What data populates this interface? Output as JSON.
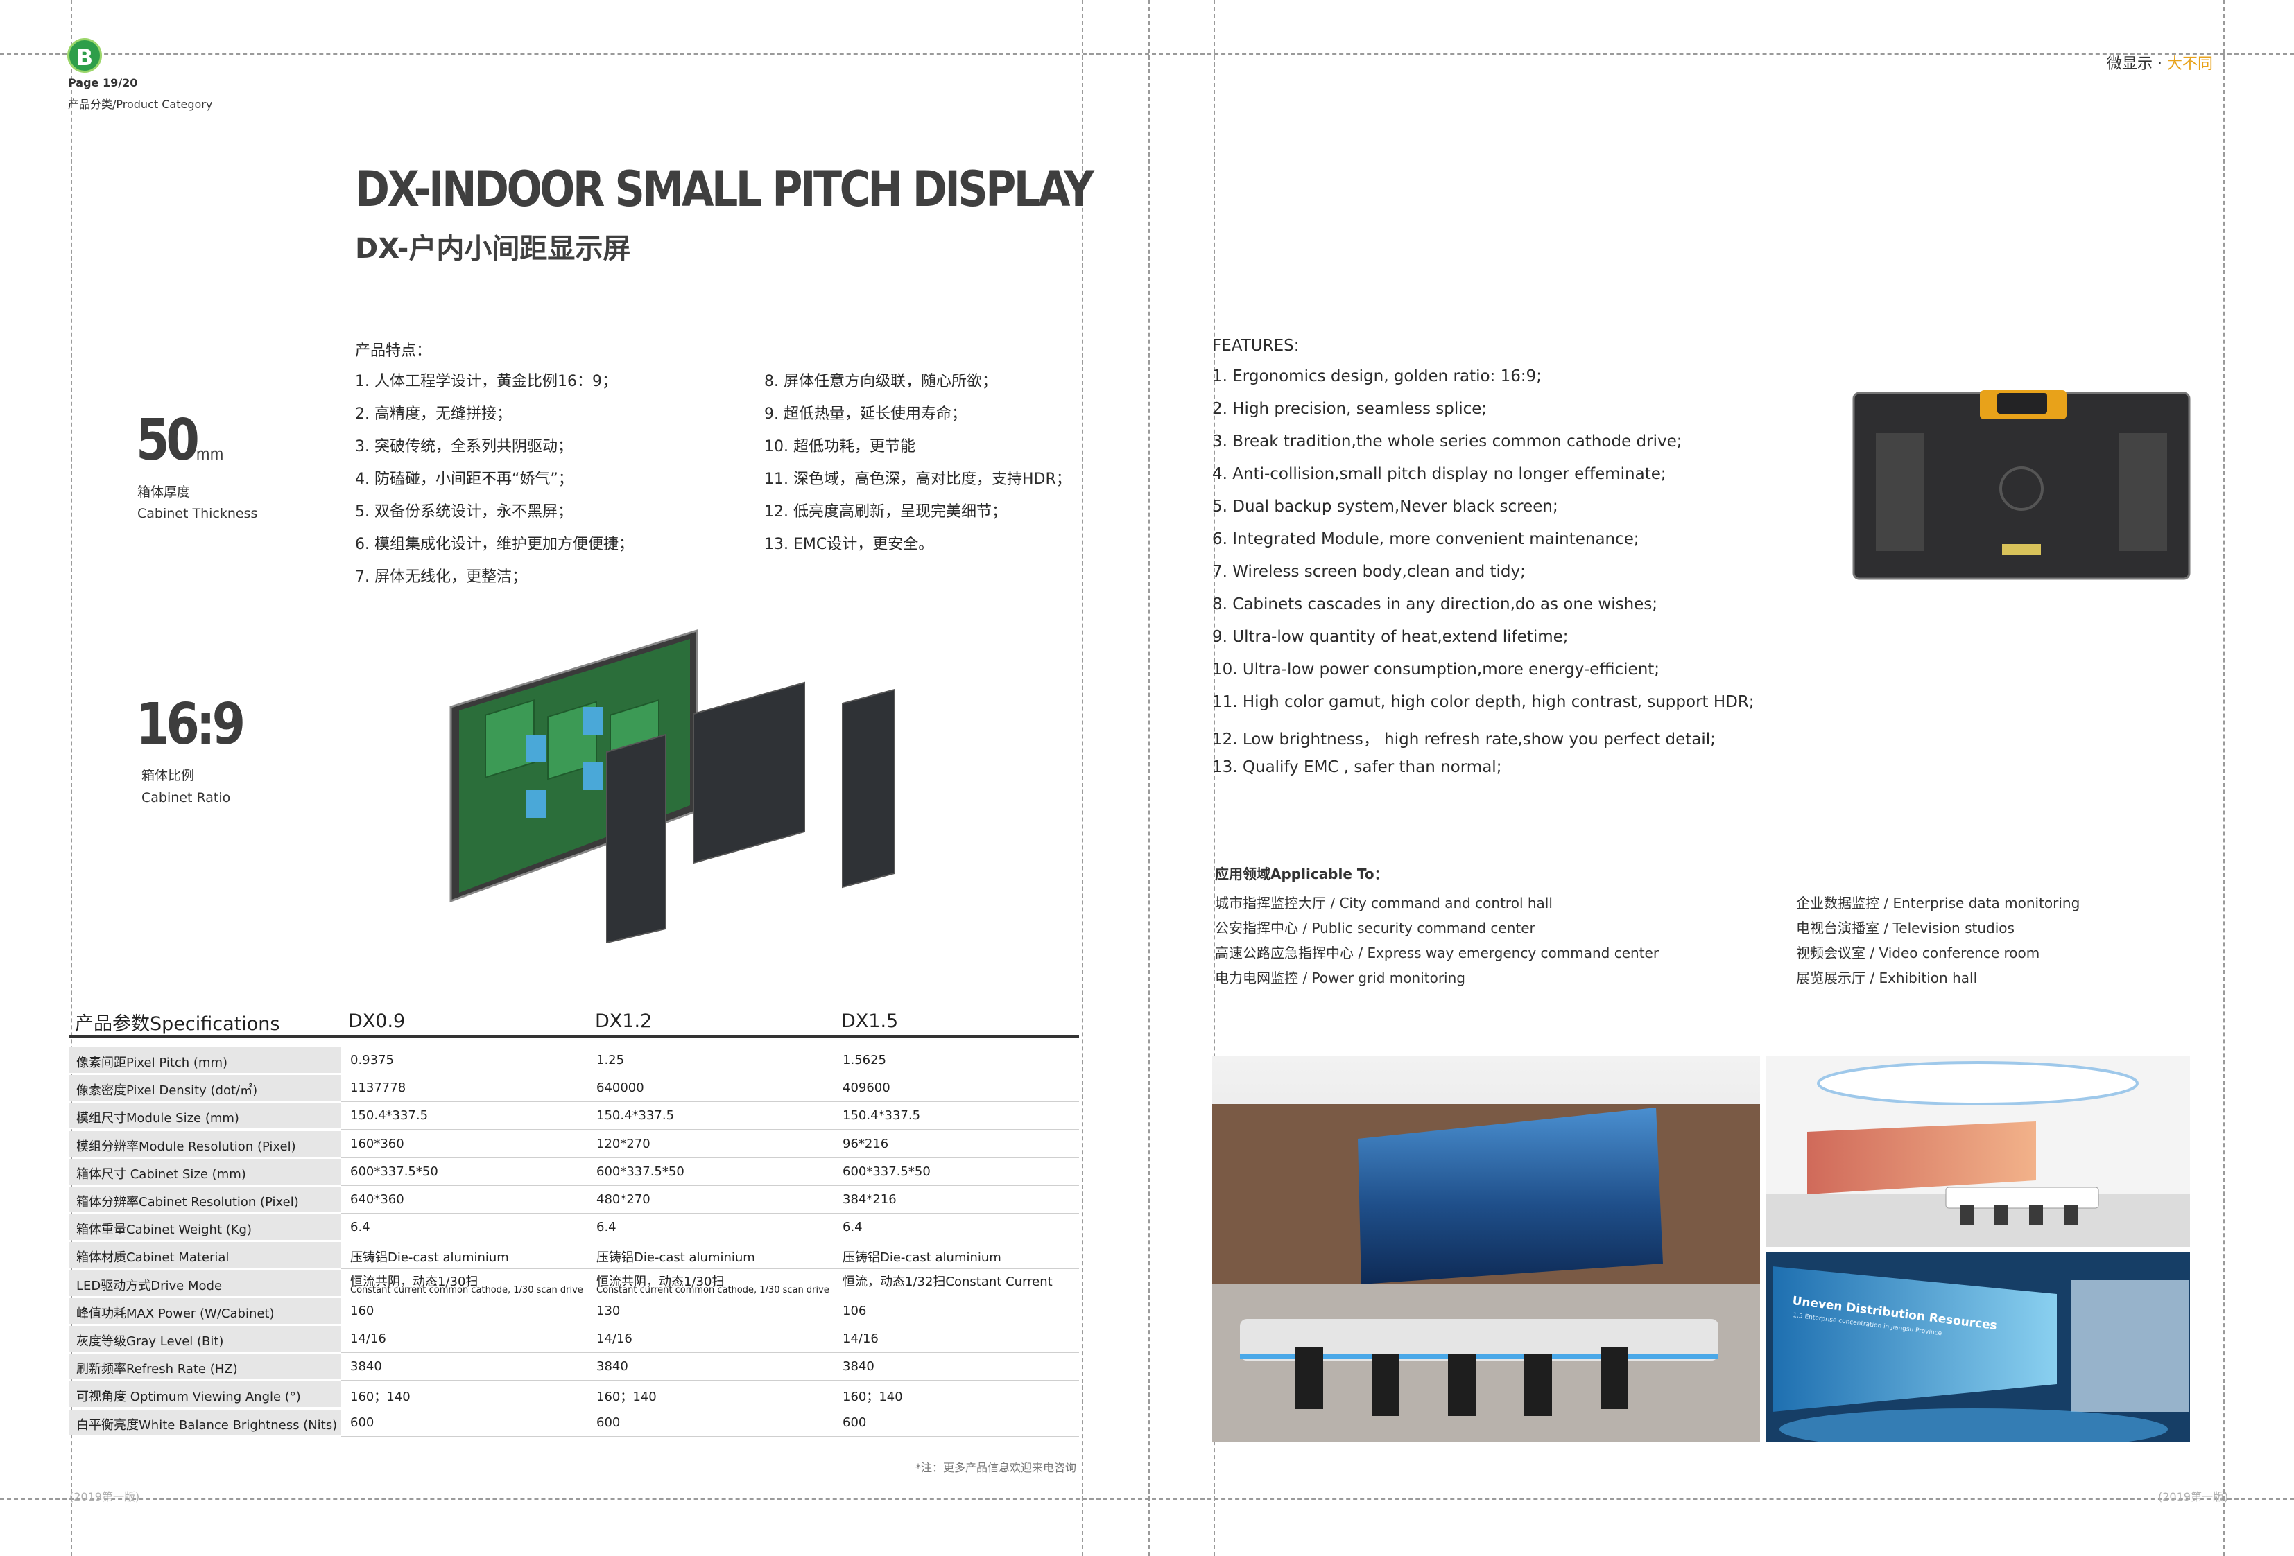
{
  "header": {
    "badge_letter": "B",
    "page": "Page 19/20",
    "category": "产品分类/Product Category",
    "brand_a": "微显示 · ",
    "brand_b": "大不同"
  },
  "title": {
    "en": "DX-INDOOR SMALL PITCH DISPLAY",
    "cn": "DX-户内小间距显示屏"
  },
  "features_cn": {
    "heading": "产品特点：",
    "col1": [
      "1. 人体工程学设计，黄金比例16：9；",
      "2. 高精度，无缝拼接；",
      "3. 突破传统，全系列共阴驱动；",
      "4. 防磕碰，小间距不再“娇气”；",
      "5. 双备份系统设计，永不黑屏；",
      "6. 模组集成化设计，维护更加方便便捷；",
      "7. 屏体无线化，更整洁；"
    ],
    "col2": [
      "8. 屏体任意方向级联，随心所欲；",
      "9. 超低热量，延长使用寿命；",
      "10. 超低功耗，更节能",
      "11. 深色域，高色深，高对比度，支持HDR；",
      "12. 低亮度高刷新，呈现完美细节；",
      "13. EMC设计，更安全。"
    ]
  },
  "stats": [
    {
      "value": "50",
      "unit": "mm",
      "label_cn": "箱体厚度",
      "label_en": "Cabinet Thickness"
    },
    {
      "value": "16:9",
      "unit": "",
      "label_cn": "箱体比例",
      "label_en": "Cabinet Ratio"
    }
  ],
  "features_en": {
    "heading": "FEATURES:",
    "items": [
      "1. Ergonomics design, golden ratio: 16:9;",
      "2. High precision, seamless splice;",
      "3. Break tradition,the whole series common cathode drive;",
      "4. Anti-collision,small pitch display no longer effeminate;",
      "5. Dual backup system,Never black screen;",
      "6. Integrated Module, more convenient maintenance;",
      "7. Wireless screen body,clean and tidy;",
      "8. Cabinets cascades in any direction,do as one wishes;",
      "9. Ultra-low quantity of heat,extend lifetime;",
      "10. Ultra-low power consumption,more energy-efficient;",
      "11. High color gamut, high color depth, high contrast, support HDR;",
      "12. Low brightness， high refresh rate,show you perfect detail;",
      "13. Qualify EMC , safer than normal;"
    ]
  },
  "applications": {
    "heading": "应用领域Applicable  To：",
    "col1": [
      "城市指挥监控大厅 / City command and control hall",
      "公安指挥中心 / Public security command center",
      "高速公路应急指挥中心 / Express way emergency command center",
      "电力电网监控 / Power grid monitoring"
    ],
    "col2": [
      "企业数据监控 / Enterprise data monitoring",
      "电视台演播室 / Television studios",
      "视频会议室 / Video conference room",
      "展览展示厅 / Exhibition hall"
    ]
  },
  "photo_text": {
    "title": "Uneven Distribution Resources",
    "subtitle": "1.5 Enterprise concentration in Jiangsu Province"
  },
  "specs": {
    "heading": "产品参数Specifications",
    "models": [
      "DX0.9",
      "DX1.2",
      "DX1.5"
    ],
    "rows": [
      {
        "label": "像素间距Pixel Pitch (mm)",
        "values": [
          "0.9375",
          "1.25",
          "1.5625"
        ]
      },
      {
        "label": "像素密度Pixel Density (dot/㎡)",
        "values": [
          "1137778",
          "640000",
          "409600"
        ]
      },
      {
        "label": "模组尺寸Module Size (mm)",
        "values": [
          "150.4*337.5",
          "150.4*337.5",
          "150.4*337.5"
        ]
      },
      {
        "label": "模组分辨率Module Resolution (Pixel)",
        "values": [
          "160*360",
          "120*270",
          "96*216"
        ]
      },
      {
        "label": "箱体尺寸 Cabinet Size (mm)",
        "values": [
          "600*337.5*50",
          "600*337.5*50",
          "600*337.5*50"
        ]
      },
      {
        "label": "箱体分辨率Cabinet Resolution (Pixel)",
        "values": [
          "640*360",
          "480*270",
          "384*216"
        ]
      },
      {
        "label": "箱体重量Cabinet Weight (Kg)",
        "values": [
          "6.4",
          "6.4",
          "6.4"
        ]
      },
      {
        "label": "箱体材质Cabinet Material",
        "values": [
          "压铸铝Die-cast aluminium",
          "压铸铝Die-cast aluminium",
          "压铸铝Die-cast aluminium"
        ]
      },
      {
        "label": "LED驱动方式Drive Mode",
        "values": [
          "恒流共阴，动态1/30扫",
          "恒流共阴，动态1/30扫",
          "恒流，动态1/32扫Constant Current"
        ],
        "sub": [
          "Constant current common cathode, 1/30 scan drive",
          "Constant current common cathode, 1/30 scan drive",
          ""
        ]
      },
      {
        "label": "峰值功耗MAX Power (W/Cabinet)",
        "values": [
          "160",
          "130",
          "106"
        ]
      },
      {
        "label": "灰度等级Gray Level (Bit)",
        "values": [
          "14/16",
          "14/16",
          "14/16"
        ]
      },
      {
        "label": "刷新频率Refresh Rate (HZ)",
        "values": [
          "3840",
          "3840",
          "3840"
        ]
      },
      {
        "label": "可视角度 Optimum Viewing Angle (°)",
        "values": [
          "160；140",
          "160；140",
          "160；140"
        ]
      },
      {
        "label": "白平衡亮度White Balance Brightness (Nits)",
        "values": [
          "600",
          "600",
          "600"
        ]
      }
    ],
    "note": "*注：更多产品信息欢迎来电咨询"
  },
  "footer": {
    "left": "(2019第一版)",
    "right": "(2019第一版)"
  },
  "colors": {
    "accent_gold": "#e8a21a",
    "badge_green": "#2e9e4a",
    "text_dark": "#3f3f3f"
  }
}
